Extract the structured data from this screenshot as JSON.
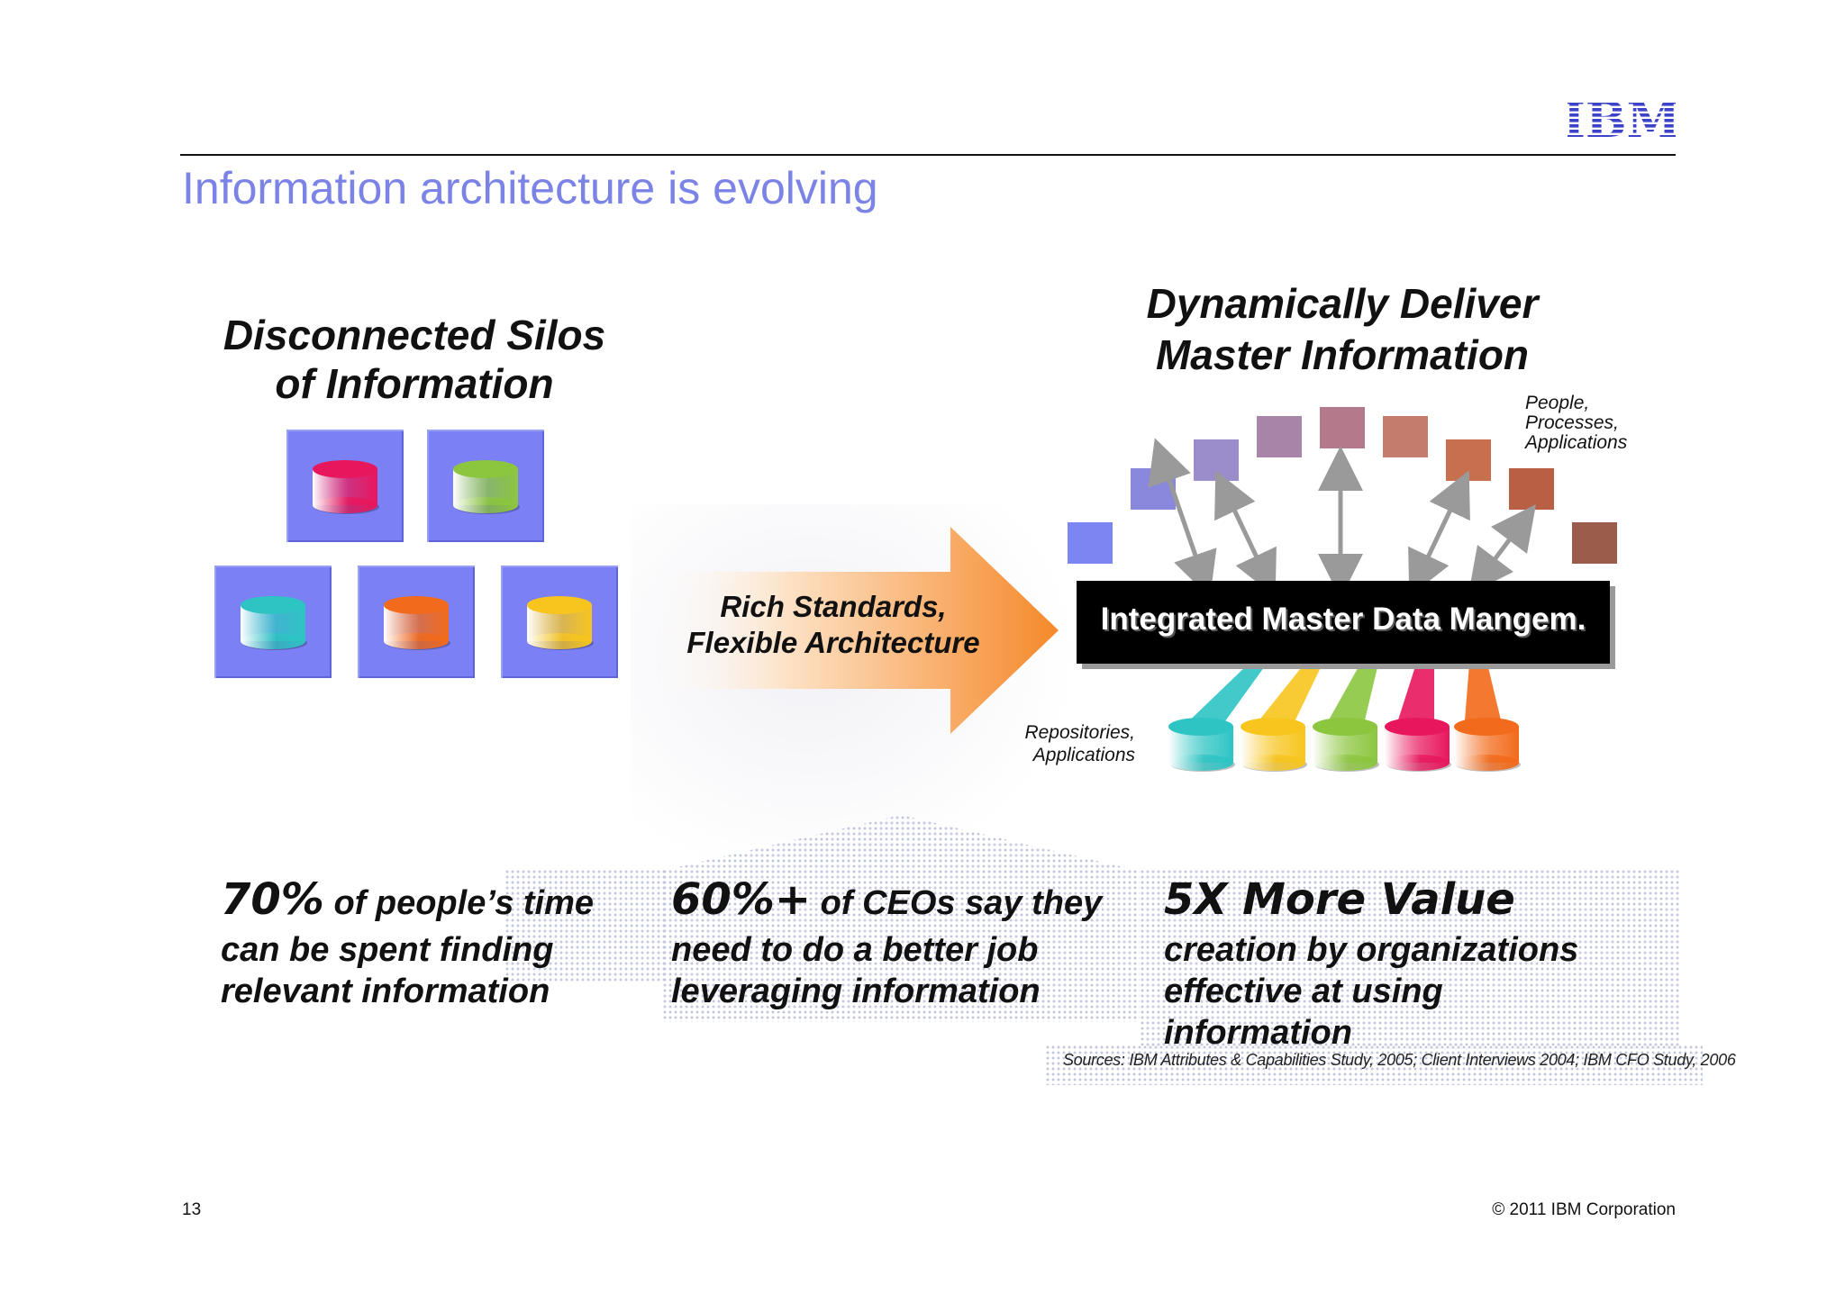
{
  "header": {
    "logo_text": "IBM",
    "title": "Information architecture is evolving"
  },
  "colors": {
    "title": "#7b83e6",
    "tile": "#7b80f4",
    "mdm_box": "#000000",
    "arrow": "#f59a3a"
  },
  "left": {
    "heading_line1": "Disconnected Silos",
    "heading_line2": "of Information",
    "silos": [
      {
        "color": "#e8175d"
      },
      {
        "color": "#8cc63f"
      },
      {
        "color": "#2ec4c4"
      },
      {
        "color": "#f26a1b"
      },
      {
        "color": "#f7c51e"
      }
    ]
  },
  "arrow": {
    "line1": "Rich Standards,",
    "line2": "Flexible Architecture"
  },
  "right": {
    "heading_line1": "Dynamically Deliver",
    "heading_line2": "Master Information",
    "top_label_line1": "People,",
    "top_label_line2": "Processes,",
    "top_label_line3": "Applications",
    "bottom_label_line1": "Repositories,",
    "bottom_label_line2": "Applications",
    "box_label": "Integrated Master Data Mangem.",
    "top_squares": [
      "#7b86f2",
      "#8a88dc",
      "#9b8ccc",
      "#a885a8",
      "#b47a8c",
      "#c47c6c",
      "#c8704e",
      "#b95f44",
      "#9c5c4c"
    ],
    "cylinders": [
      "#2ec4c4",
      "#f7c51e",
      "#8cc63f",
      "#e8175d",
      "#f26a1b"
    ]
  },
  "stats": [
    {
      "highlight": "70%",
      "line1_rest": " of people’s time",
      "line2": "can be spent finding",
      "line3": "relevant  information"
    },
    {
      "highlight": "60%+",
      "line1_rest": " of CEOs say they",
      "line2": "need to do a better job",
      "line3": "leveraging information"
    },
    {
      "highlight": "5X More Value",
      "line2": "creation by organizations",
      "line3": "effective at using",
      "line4": "information"
    }
  ],
  "sources": "Sources: IBM Attributes & Capabilities Study, 2005; Client Interviews 2004; IBM CFO Study, 2006",
  "footer": {
    "page_number": "13",
    "copyright": "© 2011 IBM Corporation"
  }
}
